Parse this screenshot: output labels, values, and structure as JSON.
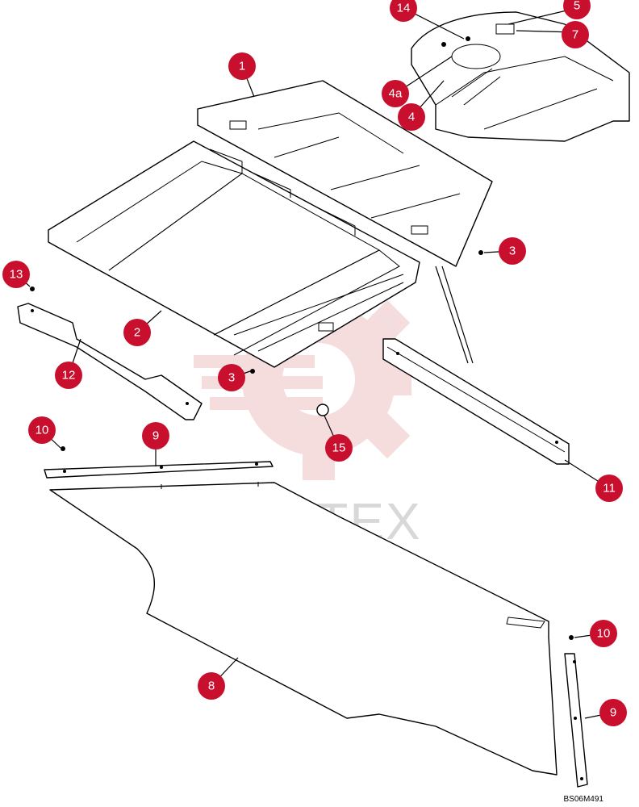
{
  "diagram": {
    "watermark_text": "ИНТЕХ",
    "drawing_code": "BS06M491",
    "callout_color": "#c8102e",
    "watermark_color": "#e8a0a0",
    "callouts": [
      {
        "id": "c1",
        "label": "1"
      },
      {
        "id": "c2",
        "label": "2"
      },
      {
        "id": "c3a",
        "label": "3"
      },
      {
        "id": "c3b",
        "label": "3"
      },
      {
        "id": "c4",
        "label": "4"
      },
      {
        "id": "c4a",
        "label": "4a"
      },
      {
        "id": "c5",
        "label": "5"
      },
      {
        "id": "c7",
        "label": "7"
      },
      {
        "id": "c8",
        "label": "8"
      },
      {
        "id": "c9a",
        "label": "9"
      },
      {
        "id": "c9b",
        "label": "9"
      },
      {
        "id": "c10a",
        "label": "10"
      },
      {
        "id": "c10b",
        "label": "10"
      },
      {
        "id": "c11",
        "label": "11"
      },
      {
        "id": "c12",
        "label": "12"
      },
      {
        "id": "c13",
        "label": "13"
      },
      {
        "id": "c14",
        "label": "14"
      },
      {
        "id": "c15",
        "label": "15"
      }
    ]
  }
}
